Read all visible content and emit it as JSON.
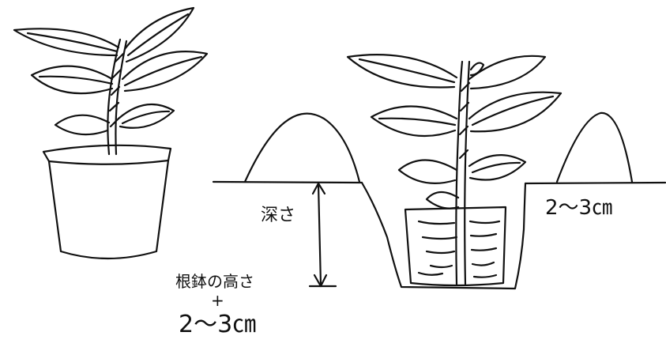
{
  "labels": {
    "depth": "深さ",
    "right_measure": "2〜3㎝",
    "root_height": "根鉢の高さ",
    "plus": "+",
    "bottom_measure": "2〜3㎝"
  },
  "colors": {
    "ink": "#111111",
    "background": "#ffffff"
  }
}
